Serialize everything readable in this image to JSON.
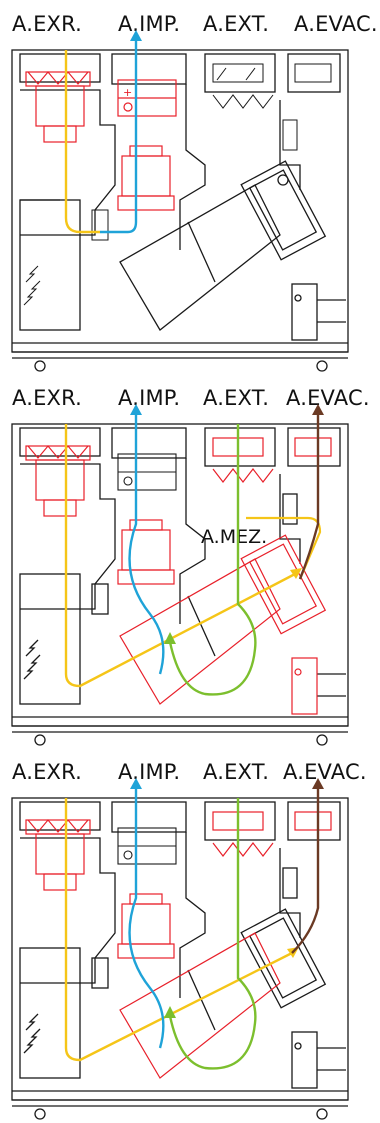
{
  "labels": {
    "exr": "A.EXR.",
    "imp": "A.IMP.",
    "ext": "A.EXT.",
    "evac": "A.EVAC.",
    "mez": "A.MEZ."
  },
  "colors": {
    "frame": "#1a1a1a",
    "component": "#e8202a",
    "exhaust_flow": "#f5c518",
    "supply_flow": "#1fa3d8",
    "outdoor_flow": "#7cbf2e",
    "evacuation_flow": "#6b3a24"
  }
}
